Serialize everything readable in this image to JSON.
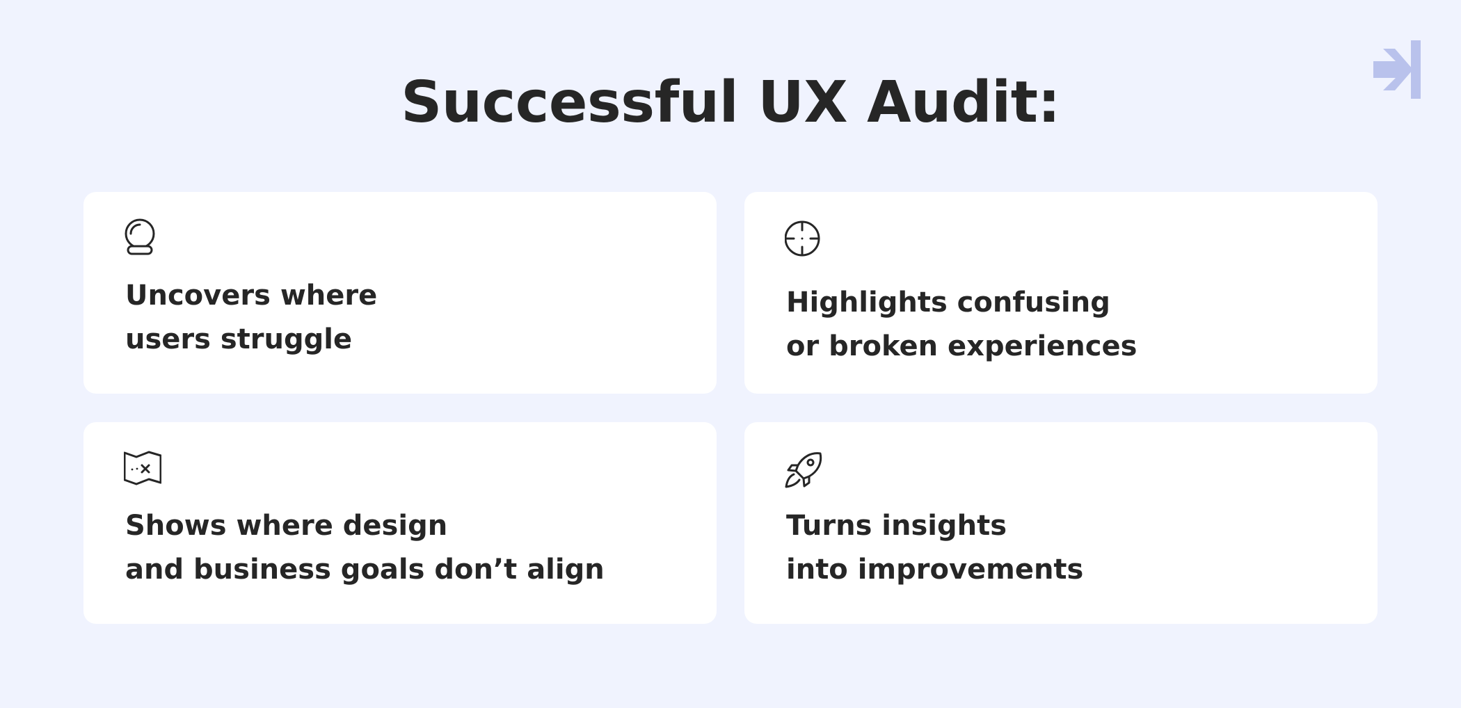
{
  "title": "Successful UX Audit:",
  "brand": {
    "logo_icon": "arrow-to-bar-icon",
    "logo_color": "#b9c2ec"
  },
  "colors": {
    "background": "#f0f3fe",
    "card": "#ffffff",
    "text": "#262626"
  },
  "cards": [
    {
      "icon": "crystal-ball-icon",
      "lines": [
        "Uncovers where",
        "users struggle"
      ]
    },
    {
      "icon": "crosshair-icon",
      "lines": [
        "Highlights confusing",
        "or broken experiences"
      ]
    },
    {
      "icon": "treasure-map-icon",
      "lines": [
        "Shows where design",
        "and business goals don’t align"
      ]
    },
    {
      "icon": "rocket-icon",
      "lines": [
        "Turns insights",
        "into improvements"
      ]
    }
  ]
}
